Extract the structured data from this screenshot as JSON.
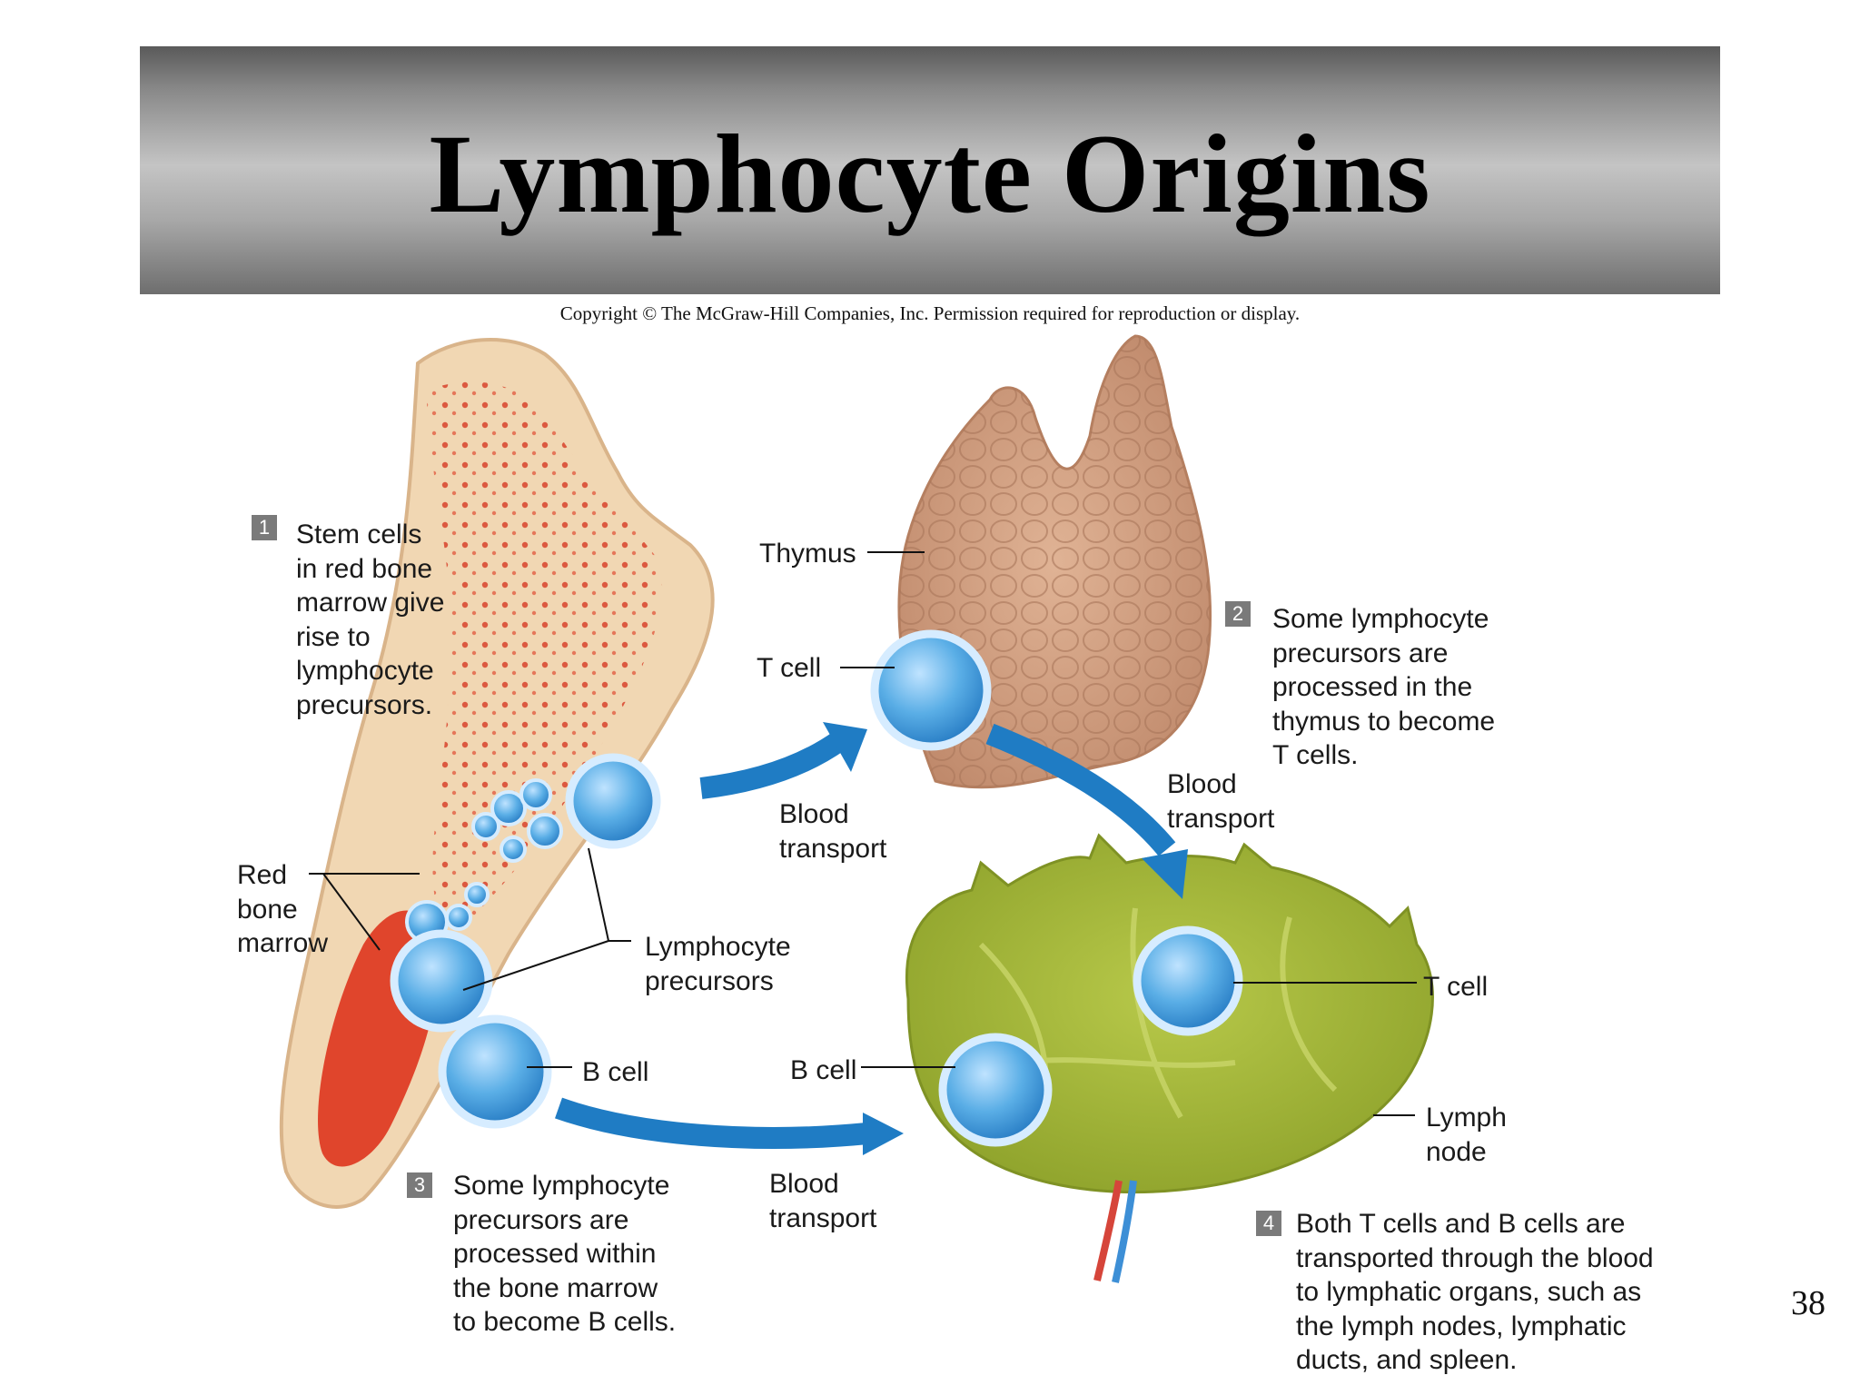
{
  "slide": {
    "title": "Lymphocyte Origins",
    "copyright": "Copyright © The McGraw-Hill Companies, Inc. Permission required for reproduction or display.",
    "page_number": "38"
  },
  "steps": [
    {
      "number": "1",
      "text": "Stem cells\nin red bone\nmarrow give\nrise to\nlymphocyte\nprecursors."
    },
    {
      "number": "2",
      "text": "Some lymphocyte\nprecursors are\nprocessed in the\nthymus to become\nT cells."
    },
    {
      "number": "3",
      "text": "Some lymphocyte\nprecursors are\nprocessed within\nthe bone marrow\nto become B cells."
    },
    {
      "number": "4",
      "text": "Both T cells and B cells are\ntransported through the blood\nto lymphatic organs, such as\nthe lymph nodes, lymphatic\nducts, and spleen."
    }
  ],
  "labels": {
    "thymus": "Thymus",
    "t_cell_thymus": "T cell",
    "red_bone_marrow": "Red\nbone\nmarrow",
    "lymphocyte_precursors": "Lymphocyte\nprecursors",
    "b_cell_marrow": "B cell",
    "b_cell_node": "B cell",
    "t_cell_node": "T cell",
    "lymph_node": "Lymph\nnode",
    "blood_transport_1": "Blood\ntransport",
    "blood_transport_2": "Blood\ntransport",
    "blood_transport_3": "Blood\ntransport"
  },
  "colors": {
    "bone": "#f1d7b3",
    "marrow_red": "#e0452c",
    "thymus": "#d19a7a",
    "lymph_node": "#a3b83a",
    "cell_blue": "#5aaee6",
    "arrow_blue": "#1f7cc4"
  }
}
